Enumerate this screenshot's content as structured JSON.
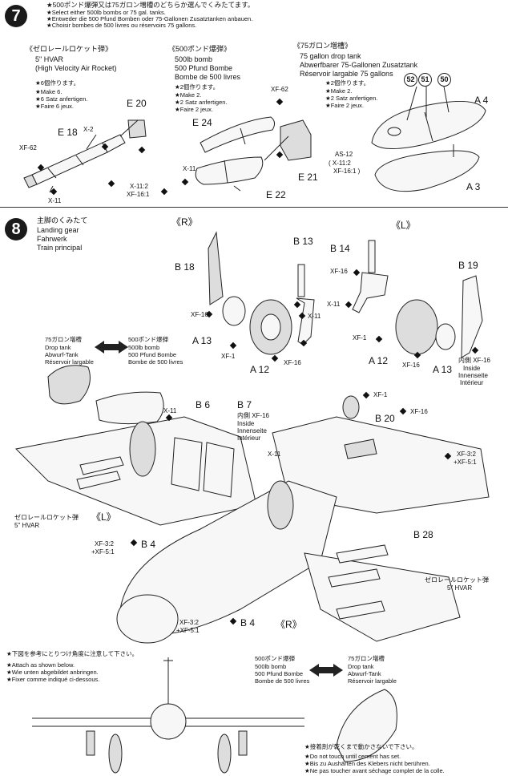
{
  "step7": {
    "number": "7",
    "header": [
      "★500ポンド爆弾又は75ガロン増槽のどちらか選んでくみたてます。",
      "★Select either 500lb bombs or 75 gal. tanks.",
      "★Entweder die 500 Pfund Bomben oder 75-Gallonen Zusatztanken anbauen.",
      "★Choisir bombes de 500 livres ou réservoirs 75 gallons."
    ],
    "rocket": {
      "title": "《ゼロレールロケット弾》",
      "lines": [
        "5\" HVAR",
        "(High Velocity Air Rocket)"
      ],
      "make": [
        "★6個作ります。",
        "★Make 6.",
        "★6 Satz anfertigen.",
        "★Faire 6 jeux."
      ],
      "labels": {
        "e20": "E 20",
        "x2": "X-2",
        "e18": "E 18",
        "xf62": "XF-62",
        "x11": "X-11"
      }
    },
    "bomb": {
      "title": "《500ポンド爆弾》",
      "lines": [
        "500lb bomb",
        "500 Pfund Bombe",
        "Bombe de 500 livres"
      ],
      "make": [
        "★2個作ります。",
        "★Make 2.",
        "★2 Satz anfertigen.",
        "★Faire 2 jeux."
      ],
      "labels": {
        "xf62": "XF-62",
        "e24": "E 24",
        "x11": "X-11",
        "e21": "E 21",
        "x11mix": "X-11:2",
        "xf16mix": "XF-16:1",
        "e22": "E 22"
      }
    },
    "tank": {
      "title": "《75ガロン増槽》",
      "lines": [
        "75 gallon drop tank",
        "Abwerfbarer 75-Gallonen Zusatztank",
        "Réservoir largable 75 gallons"
      ],
      "make": [
        "★2個作ります。",
        "★Make 2.",
        "★2 Satz anfertigen.",
        "★Faire 2 jeux."
      ],
      "decals": [
        "52",
        "51",
        "50"
      ],
      "labels": {
        "a4": "A 4",
        "as12": "AS-12",
        "mix": [
          "( X-11:2",
          "XF-16:1 )"
        ],
        "a3": "A 3"
      }
    }
  },
  "step8": {
    "number": "8",
    "title": [
      "主脚のくみたて",
      "Landing gear",
      "Fahrwerk",
      "Train principal"
    ],
    "right": "《R》",
    "left": "《L》",
    "gear_labels": {
      "b13": "B 13",
      "b18": "B 18",
      "xf16a": "XF-16",
      "x11a": "X-11",
      "a13a": "A 13",
      "xf1a": "XF-1",
      "a12a": "A 12",
      "xf16b": "XF-16",
      "b14": "B 14",
      "b19": "B 19",
      "xf16c": "XF-16",
      "x11b": "X-11",
      "xf1b": "XF-1",
      "a12b": "A 12",
      "xf16d": "XF-16",
      "a13b": "A 13",
      "inside": [
        "内側 XF-16",
        "Inside",
        "Innenseite",
        "Intérieur"
      ]
    },
    "droptank_box": [
      "75ガロン増槽",
      "Drop tank",
      "Abwurf-Tank",
      "Réservoir largable"
    ],
    "bomb_box": [
      "500ポンド爆弾",
      "500lb bomb",
      "500 Pfund Bombe",
      "Bombe de 500 livres"
    ],
    "main_labels": {
      "x11a": "X-11",
      "b6": "B 6",
      "b7": "B 7",
      "inside": [
        "内側 XF-16",
        "Inside",
        "Innenseite",
        "Intérieur"
      ],
      "xf1": "XF-1",
      "b20": "B 20",
      "xf16": "XF-16",
      "x11b": "X-11",
      "xf32a": "XF-3:2",
      "xf51a": "+XF-5:1",
      "rocket_l": [
        "ゼロレールロケット弾",
        "5\" HVAR"
      ],
      "l": "《L》",
      "xf32b": "XF-3:2",
      "xf51b": "+XF-5:1",
      "b4a": "B 4",
      "b28": "B 28",
      "rocket_r": [
        "ゼロレールロケット弾",
        "5\" HVAR"
      ],
      "xf32c": "XF-3:2",
      "xf51c": "+XF-5:1",
      "b4b": "B 4",
      "r": "《R》"
    },
    "attach_note": [
      "★下図を参考にとりつけ角度に注意して下さい。",
      "★Attach as shown below.",
      "★Wie unten abgebildet anbringen.",
      "★Fixer comme indiqué ci-dessous."
    ],
    "bottom_bomb": [
      "500ポンド爆弾",
      "500lb bomb",
      "500 Pfund Bombe",
      "Bombe de 500 livres"
    ],
    "bottom_tank": [
      "75ガロン増槽",
      "Drop tank",
      "Abwurf-Tank",
      "Réservoir largable"
    ],
    "cement_note": [
      "★接着剤が乾くまで動かさないで下さい。",
      "★Do not touch until cement has set.",
      "★Bis zu Aushärten des Klebers nicht berühren.",
      "★Ne pas toucher avant séchage complet de la colle."
    ]
  }
}
